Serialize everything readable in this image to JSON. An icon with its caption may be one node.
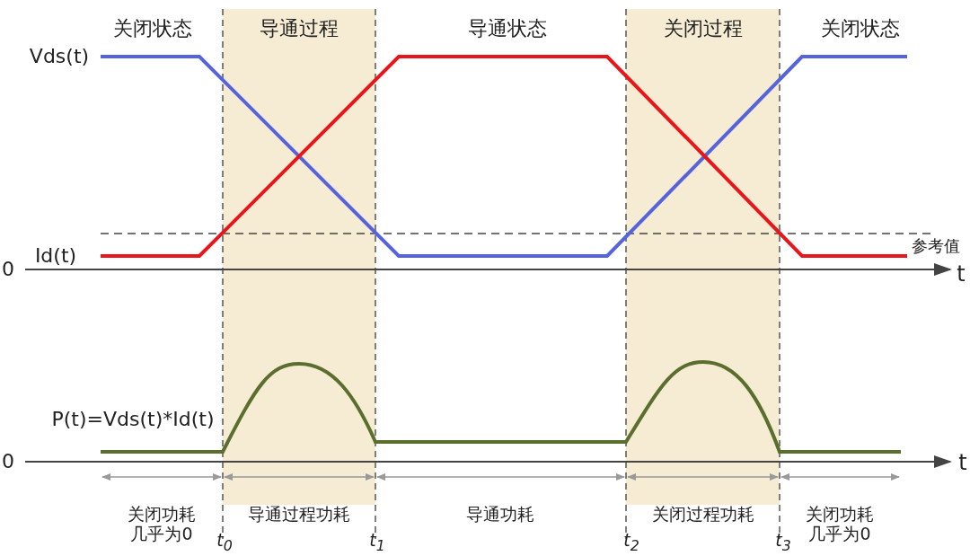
{
  "diagram": {
    "labels": [
      "关闭状态",
      "导通过程",
      "导通状态",
      "关闭过程",
      "关闭状态",
      "Vds(t)",
      "参考值",
      "Id(t)",
      "0",
      "t",
      "P(t)=Vds(t)*Id(t)",
      "0",
      "t",
      "关闭功耗几乎为0",
      "导通过程功耗",
      "导通功耗",
      "关闭过程功耗",
      "关闭功耗几乎为0",
      "t$_{0}$",
      "t$_{1}$",
      "t$_{2}$",
      "t$_{3}$"
    ]
  }
}
